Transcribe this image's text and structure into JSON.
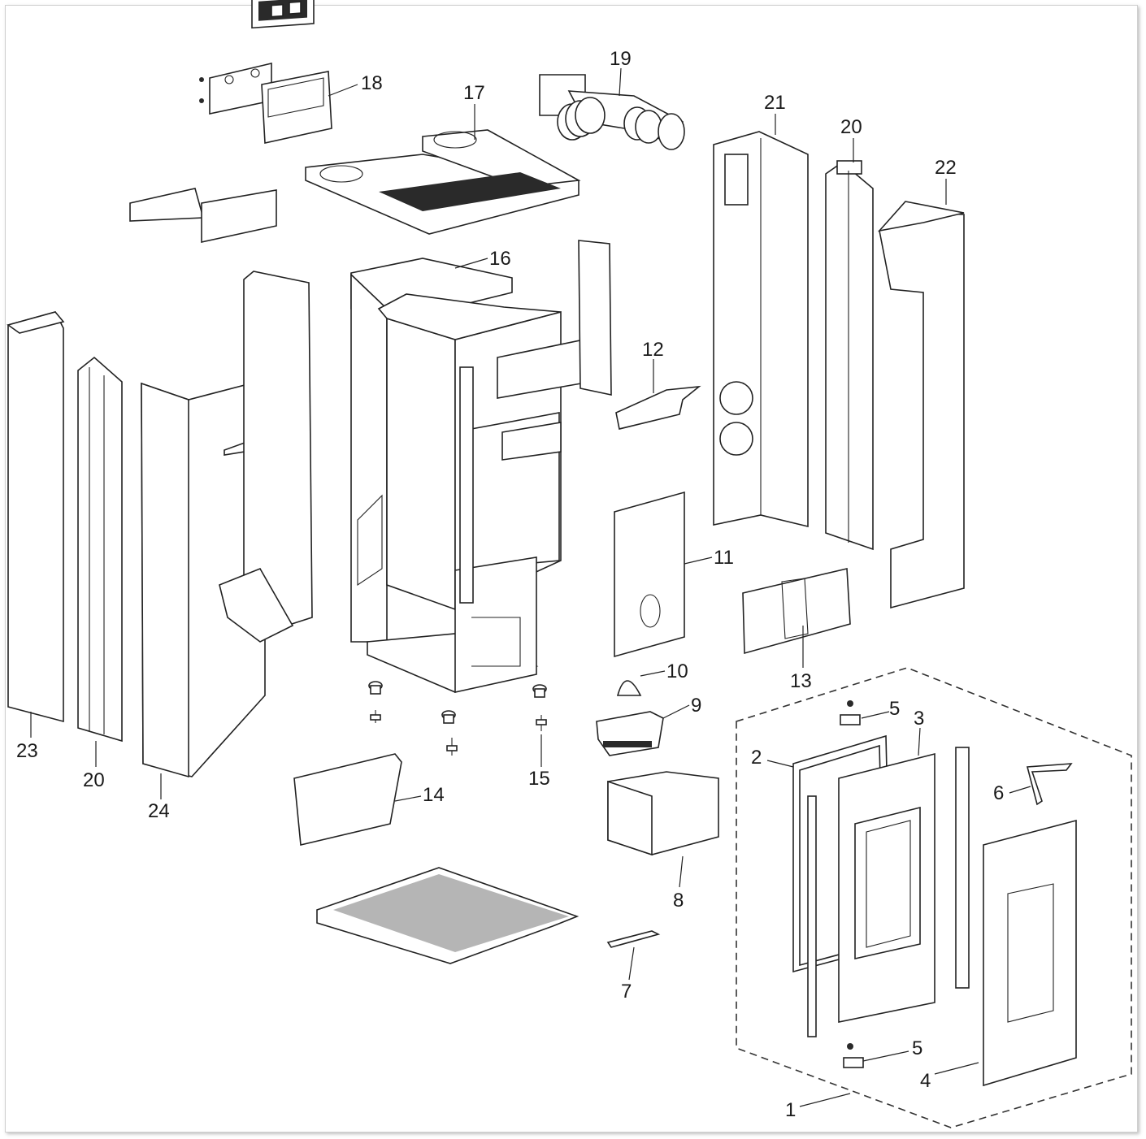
{
  "callouts": [
    {
      "id": "c1",
      "text": "1"
    },
    {
      "id": "c2",
      "text": "2"
    },
    {
      "id": "c3",
      "text": "3"
    },
    {
      "id": "c4",
      "text": "4"
    },
    {
      "id": "c5a",
      "text": "5"
    },
    {
      "id": "c5b",
      "text": "5"
    },
    {
      "id": "c6",
      "text": "6"
    },
    {
      "id": "c7",
      "text": "7"
    },
    {
      "id": "c8",
      "text": "8"
    },
    {
      "id": "c9",
      "text": "9"
    },
    {
      "id": "c10",
      "text": "10"
    },
    {
      "id": "c11",
      "text": "11"
    },
    {
      "id": "c12",
      "text": "12"
    },
    {
      "id": "c13",
      "text": "13"
    },
    {
      "id": "c14",
      "text": "14"
    },
    {
      "id": "c15",
      "text": "15"
    },
    {
      "id": "c16",
      "text": "16"
    },
    {
      "id": "c17",
      "text": "17"
    },
    {
      "id": "c18",
      "text": "18"
    },
    {
      "id": "c19",
      "text": "19"
    },
    {
      "id": "c20a",
      "text": "20"
    },
    {
      "id": "c20b",
      "text": "20"
    },
    {
      "id": "c21",
      "text": "21"
    },
    {
      "id": "c22",
      "text": "22"
    },
    {
      "id": "c23",
      "text": "23"
    },
    {
      "id": "c24",
      "text": "24"
    }
  ]
}
